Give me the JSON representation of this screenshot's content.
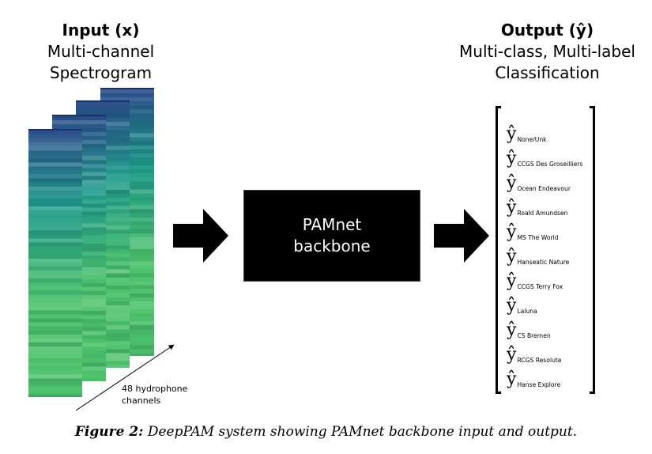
{
  "input": {
    "title": "Input (x)",
    "line1": "Multi-channel",
    "line2": "Spectrogram",
    "channels_label_1": "48 hydrophone",
    "channels_label_2": "channels"
  },
  "output": {
    "title": "Output (ŷ)",
    "line1": "Multi-class, Multi-label",
    "line2": "Classification",
    "symbol": "ŷ",
    "classes": [
      "None/Unk",
      "CCGS Des Groseilliers",
      "Ocean Endeavour",
      "Roald Amundsen",
      "MS The World",
      "Hanseatic Nature",
      "CCGS Terry Fox",
      "Laluna",
      "CS Bremen",
      "RCGS Resolute",
      "Hanse Explore"
    ]
  },
  "backbone": {
    "line1": "PAMnet",
    "line2": "backbone"
  },
  "caption": {
    "label": "Figure 2:",
    "text": " DeepPAM system showing PAMnet backbone input and output."
  },
  "colors": {
    "spectrogram_top": "#2c4f8c",
    "spectrogram_mid": "#1f9a8a",
    "spectrogram_bottom": "#4cc26a",
    "box_fill": "#000000",
    "arrow_fill": "#000000"
  }
}
